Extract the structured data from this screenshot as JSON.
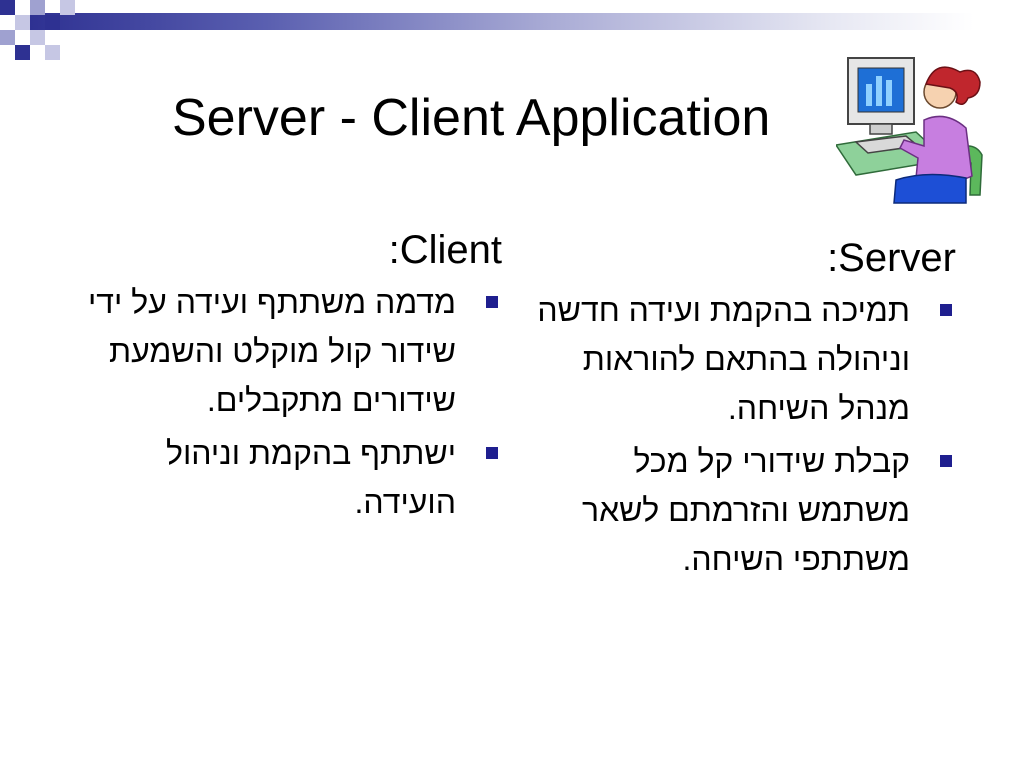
{
  "slide": {
    "title": "Server - Client Application",
    "accent_color": "#2e3192"
  },
  "client": {
    "heading": ":Client",
    "bullets": [
      "מדמה משתתף ועידה על ידי שידור קול מוקלט והשמעת שידורים מתקבלים.",
      "ישתתף בהקמת וניהול הועידה."
    ]
  },
  "server": {
    "heading": ":Server",
    "bullets": [
      "תמיכה בהקמת ועידה חדשה וניהולה בהתאם להוראות מנהל השיחה.",
      "קבלת שידורי קל מכל משתמש והזרמתם לשאר משתתפי השיחה."
    ]
  },
  "icons": {
    "bullet": "square-bullet-icon",
    "clipart": "woman-at-computer-icon"
  }
}
